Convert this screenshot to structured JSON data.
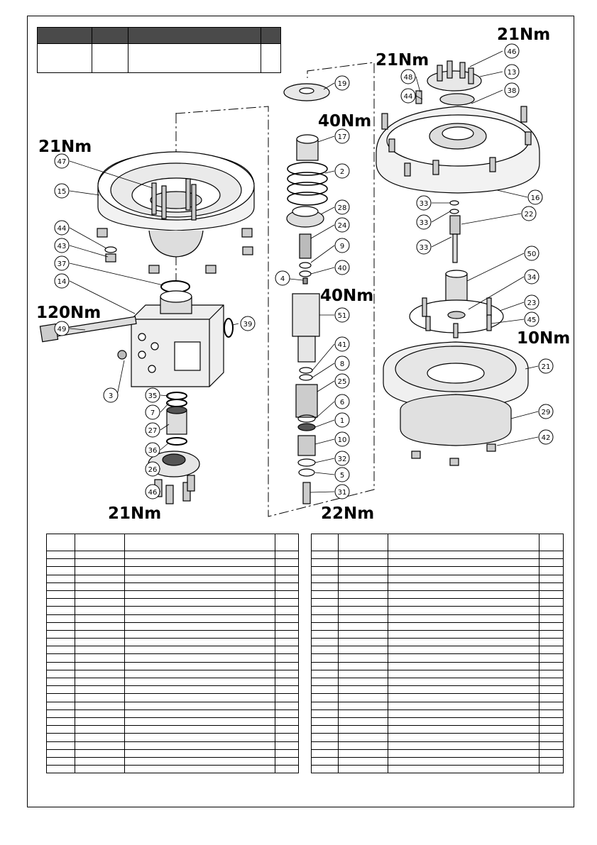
{
  "torque_labels": {
    "t_top_right": "21Nm",
    "t_top_mid": "21Nm",
    "t_mid_40a": "40Nm",
    "t_left_21": "21Nm",
    "t_mid_40b": "40Nm",
    "t_left_120": "120Nm",
    "t_right_10": "10Nm",
    "t_bottom_21": "21Nm",
    "t_bottom_22": "22Nm"
  },
  "callouts": [
    "47",
    "15",
    "44",
    "43",
    "37",
    "14",
    "49",
    "3",
    "35",
    "7",
    "27",
    "36",
    "26",
    "46",
    "19",
    "17",
    "2",
    "28",
    "24",
    "9",
    "4",
    "40",
    "51",
    "41",
    "8",
    "25",
    "6",
    "1",
    "10",
    "32",
    "5",
    "31",
    "39",
    "46",
    "48",
    "13",
    "44",
    "38",
    "16",
    "33",
    "33",
    "22",
    "33",
    "50",
    "34",
    "23",
    "45",
    "21",
    "29",
    "42"
  ]
}
